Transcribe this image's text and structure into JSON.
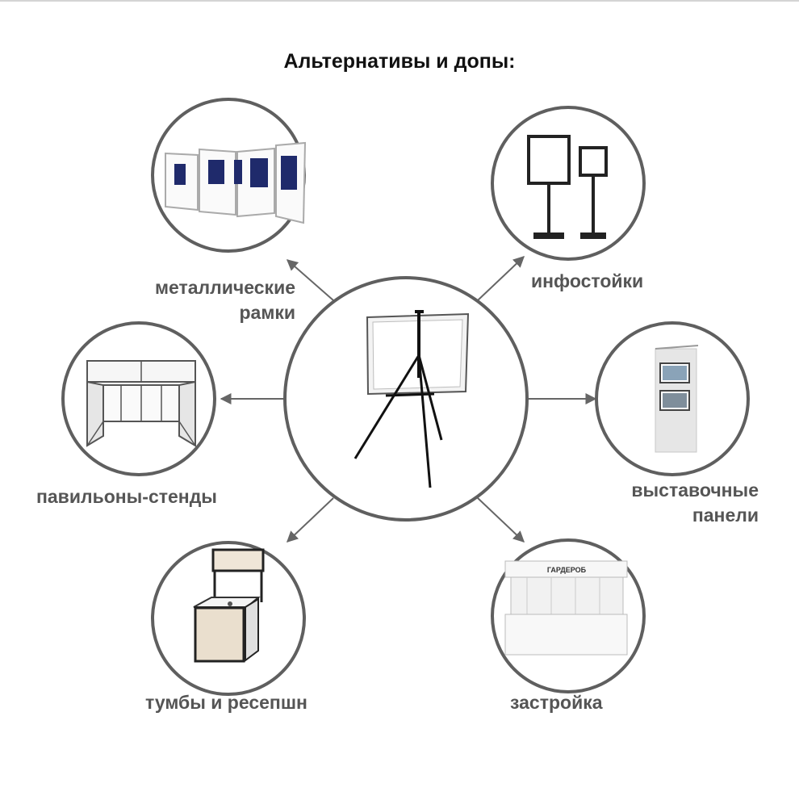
{
  "title": "Альтернативы и допы:",
  "center": {
    "icon": "easel-icon"
  },
  "items": [
    {
      "id": "metal-frames",
      "icon": "metal-frames-icon",
      "lines": [
        "металлические",
        "рамки"
      ]
    },
    {
      "id": "info-stands",
      "icon": "info-stands-icon",
      "lines": [
        "инфостойки"
      ]
    },
    {
      "id": "pavilions",
      "icon": "pavilion-booth-icon",
      "lines": [
        "павильоны-стенды"
      ]
    },
    {
      "id": "exhibition-panels",
      "icon": "exhibition-panel-icon",
      "lines": [
        "выставочные",
        "панели"
      ]
    },
    {
      "id": "counters",
      "icon": "reception-counter-icon",
      "lines": [
        "тумбы и ресепшн"
      ]
    },
    {
      "id": "construction",
      "icon": "built-booth-icon",
      "lines": [
        "застройка"
      ],
      "sign": "ГАРДЕРОБ"
    }
  ],
  "colors": {
    "circle": "#5f5f5f",
    "arrow": "#666666",
    "label": "#555555",
    "title": "#111111"
  }
}
